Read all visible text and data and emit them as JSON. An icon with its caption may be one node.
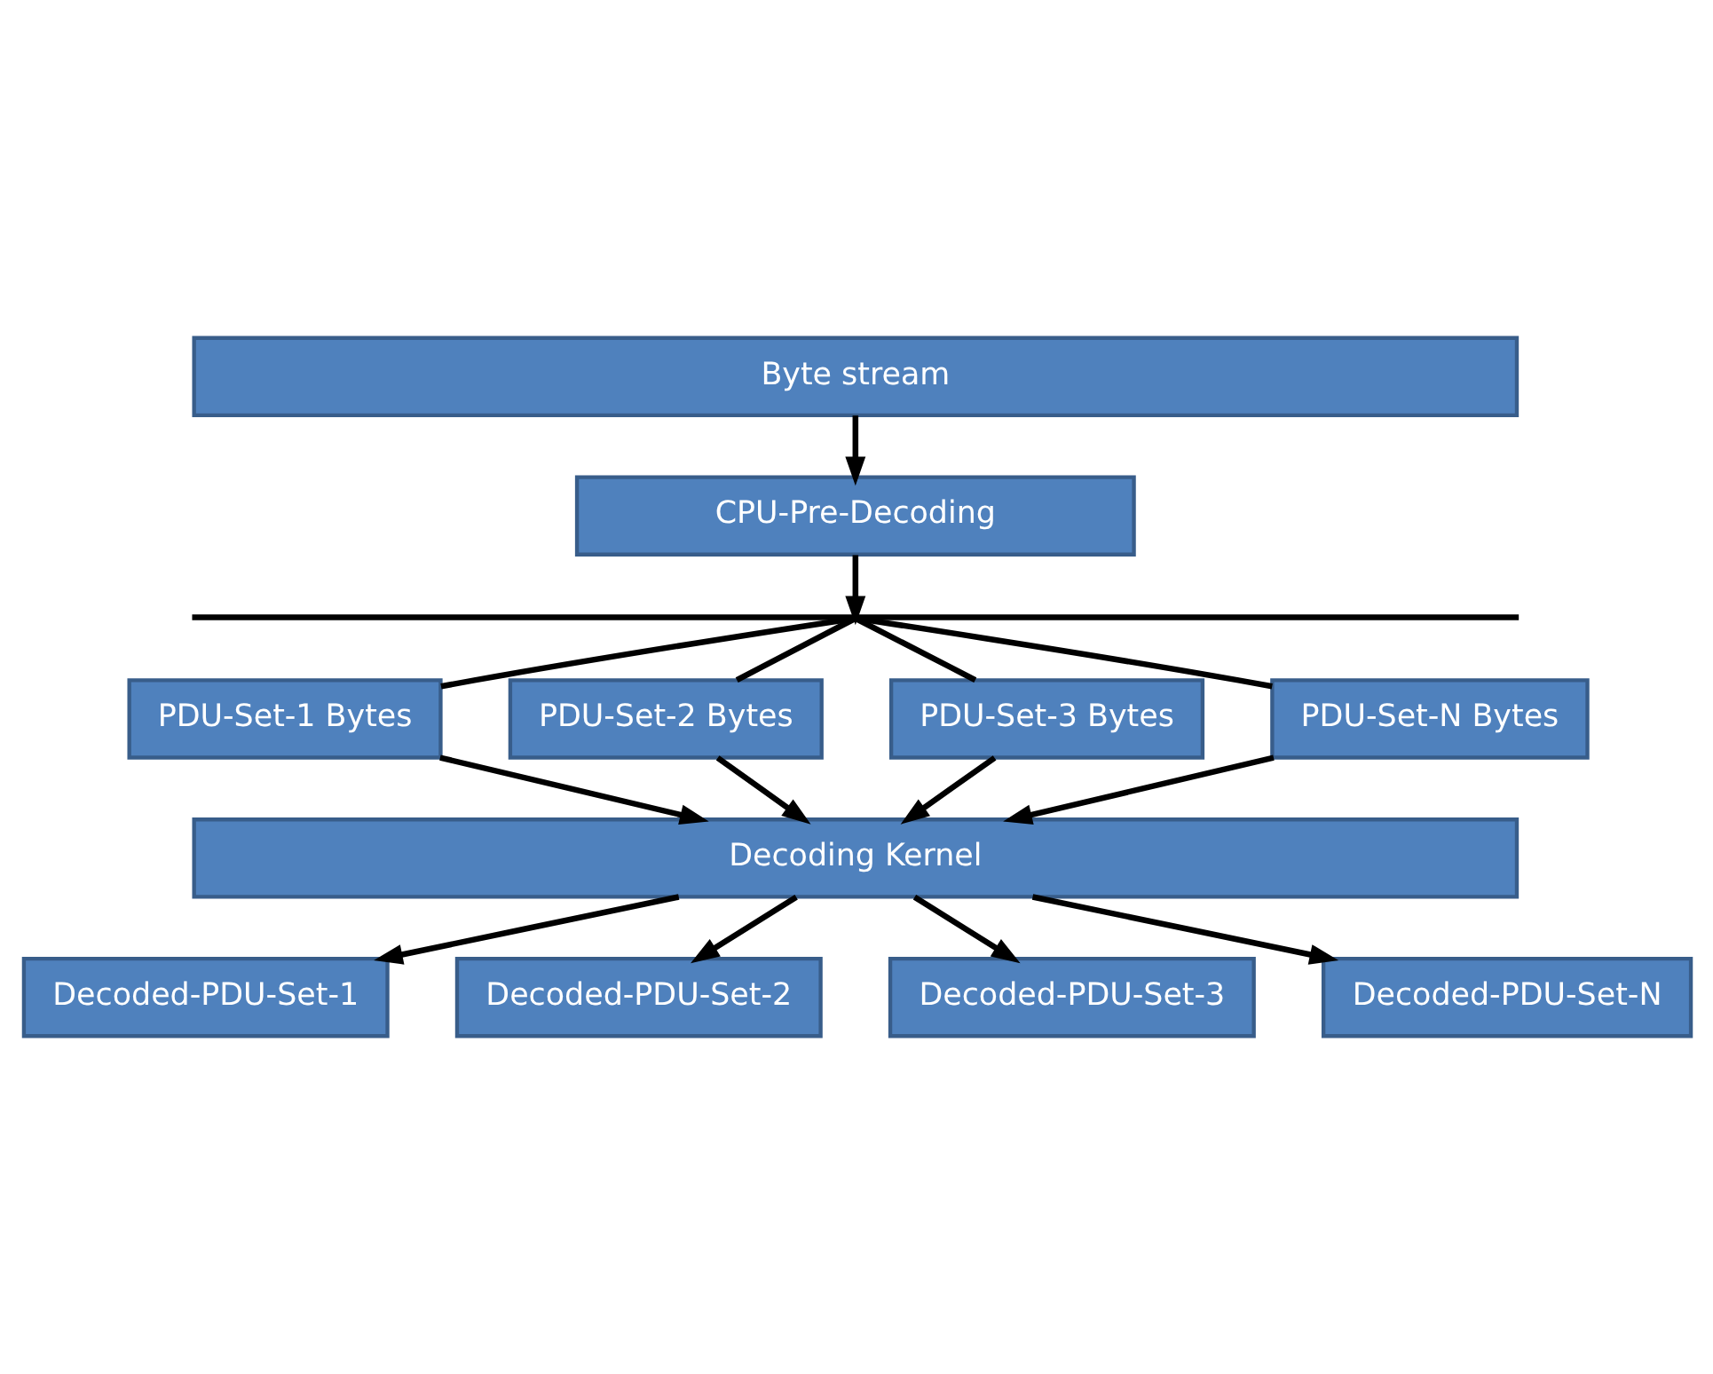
{
  "diagram": {
    "nodes": [
      {
        "text": [
          "Byte stream"
        ]
      },
      {
        "text": [
          "CPU-Pre-Decoding"
        ]
      },
      {
        "text": [],
        "shape": "bar"
      },
      {
        "text": [
          "PDU-Set-1 Bytes"
        ]
      },
      {
        "text": [
          "PDU-Set-2 Bytes"
        ]
      },
      {
        "text": [
          "PDU-Set-3 Bytes"
        ]
      },
      {
        "text": [
          "PDU-Set-N Bytes"
        ]
      },
      {
        "text": [
          "Decoding Kernel"
        ]
      },
      {
        "text": [
          "Decoded-PDU-Set-1"
        ]
      },
      {
        "text": [
          "Decoded-PDU-Set-2"
        ]
      },
      {
        "text": [
          "Decoded-PDU-Set-3"
        ]
      },
      {
        "text": [
          "Decoded-PDU-Set-N"
        ]
      }
    ],
    "edges": [
      {
        "from": 0,
        "to": 1,
        "arrow": "to"
      },
      {
        "from": 1,
        "to": 2,
        "arrow": "to"
      },
      {
        "from": 2,
        "to": 3,
        "arrow": "none"
      },
      {
        "from": 2,
        "to": 4,
        "arrow": "none"
      },
      {
        "from": 2,
        "to": 5,
        "arrow": "none"
      },
      {
        "from": 2,
        "to": 6,
        "arrow": "none"
      },
      {
        "from": 3,
        "to": 7,
        "arrow": "to"
      },
      {
        "from": 4,
        "to": 7,
        "arrow": "to"
      },
      {
        "from": 5,
        "to": 7,
        "arrow": "to"
      },
      {
        "from": 6,
        "to": 7,
        "arrow": "to"
      },
      {
        "from": 7,
        "to": 8,
        "arrow": "to"
      },
      {
        "from": 7,
        "to": 9,
        "arrow": "to"
      },
      {
        "from": 7,
        "to": 10,
        "arrow": "to"
      },
      {
        "from": 7,
        "to": 11,
        "arrow": "to"
      }
    ]
  }
}
